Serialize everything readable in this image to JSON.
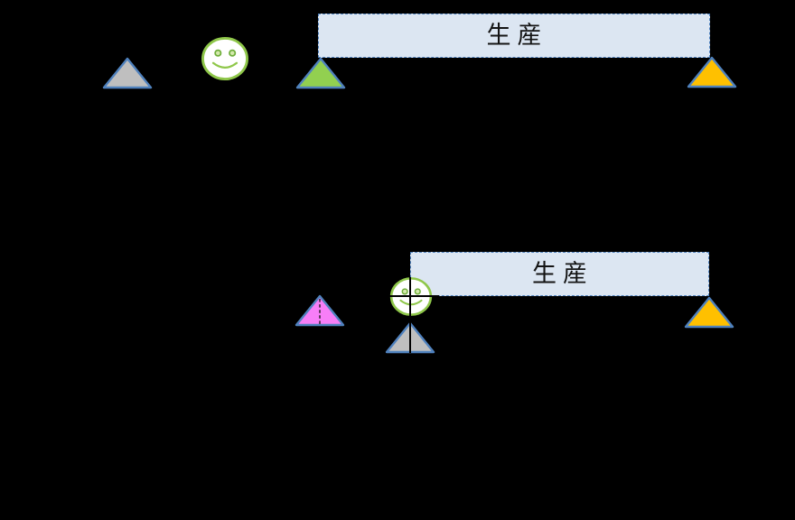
{
  "top_diagram": {
    "production_label": "生産",
    "shapes": [
      "gray-triangle",
      "smiley-face",
      "green-triangle",
      "production-box",
      "orange-triangle"
    ]
  },
  "bottom_diagram": {
    "production_label": "生産",
    "shapes": [
      "pink-triangle",
      "smiley-face",
      "gray-triangle",
      "production-box",
      "orange-triangle"
    ]
  },
  "colors": {
    "background": "#000000",
    "box_fill": "#dce6f2",
    "box_border": "#4f81bd",
    "triangle_border": "#4f81bd",
    "gray_fill": "#bfbfbf",
    "green_fill": "#92d050",
    "orange_fill": "#ffc000",
    "pink_fill": "#f77ef7",
    "smiley_outline": "#8fc74a",
    "smiley_fill": "#ffffff",
    "smiley_eye_ring": "#6fae3b",
    "smiley_eye_fill": "#d4e9ad",
    "pink_dash_line": "#1a1a1a",
    "line_color": "#000000",
    "label_color": "#141414"
  }
}
